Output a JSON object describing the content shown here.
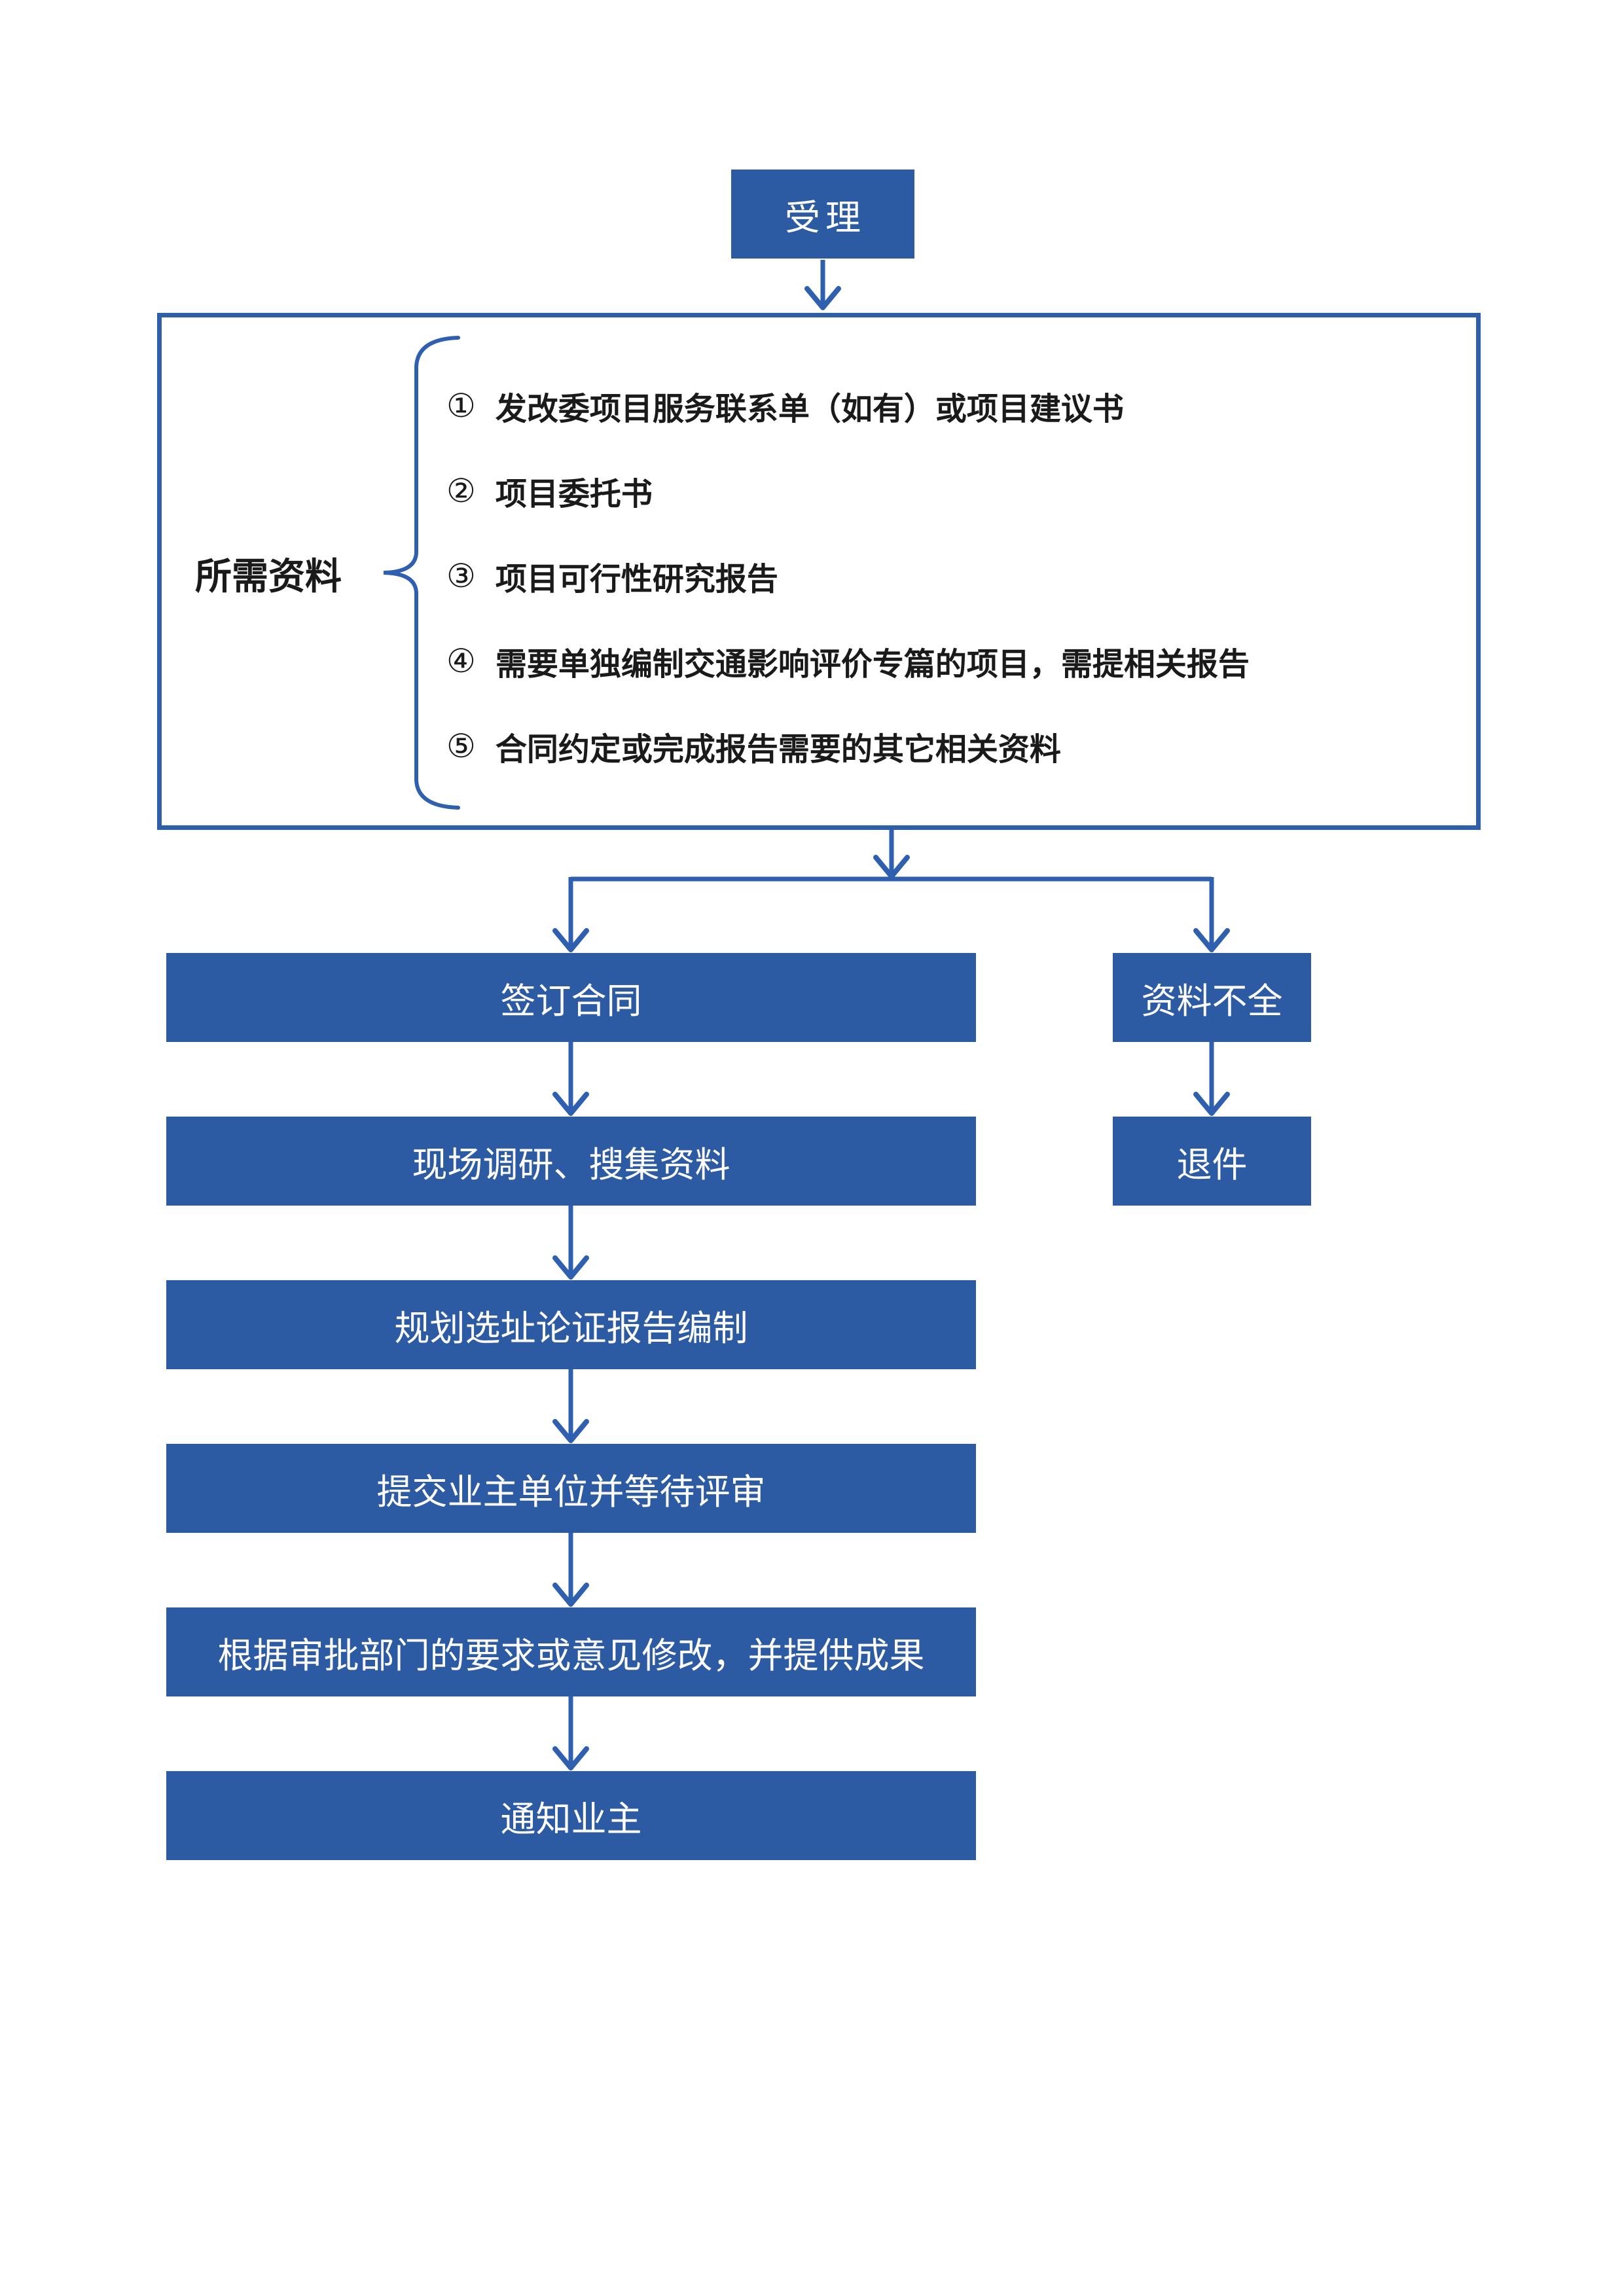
{
  "colors": {
    "background": "#FFFFFF",
    "box_fill": "#2D5BA3",
    "border": "#2E5FA8",
    "line": "#2F5FAF",
    "text_dark": "#1A1A1A",
    "text_light": "#FFFFFF"
  },
  "flow": {
    "start": {
      "label": "受理"
    },
    "materials": {
      "label": "所需资料",
      "items": [
        {
          "num": "①",
          "text": "发改委项目服务联系单（如有）或项目建议书"
        },
        {
          "num": "②",
          "text": "项目委托书"
        },
        {
          "num": "③",
          "text": "项目可行性研究报告"
        },
        {
          "num": "④",
          "text": "需要单独编制交通影响评价专篇的项目，需提相关报告"
        },
        {
          "num": "⑤",
          "text": "合同约定或完成报告需要的其它相关资料"
        }
      ]
    },
    "main_path": [
      {
        "label": "签订合同"
      },
      {
        "label": "现场调研、搜集资料"
      },
      {
        "label": "规划选址论证报告编制"
      },
      {
        "label": "提交业主单位并等待评审"
      },
      {
        "label": "根据审批部门的要求或意见修改，并提供成果"
      },
      {
        "label": "通知业主"
      }
    ],
    "reject_path": [
      {
        "label": "资料不全"
      },
      {
        "label": "退件"
      }
    ]
  }
}
